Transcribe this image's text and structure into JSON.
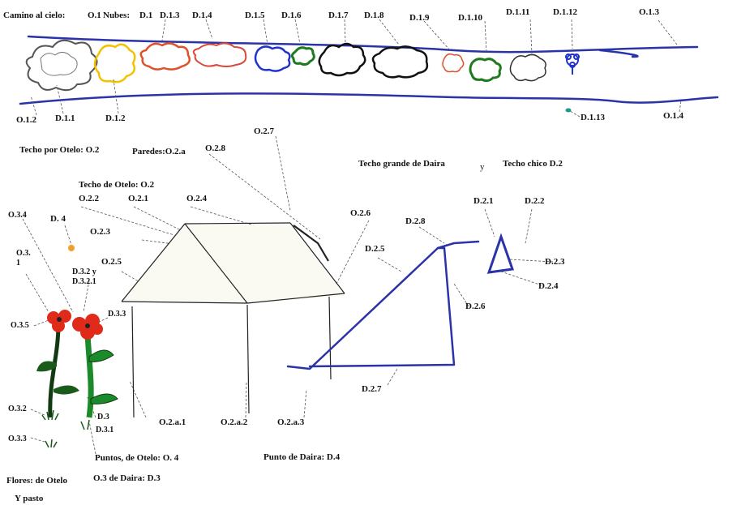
{
  "headings": {
    "camino": "Camino al cielo:",
    "camino_code": "O.1",
    "nubes": "Nubes:",
    "nubes_code": "D.1",
    "techo_otelo": "Techo por Otelo: O.2",
    "paredes": "Paredes:O.2.a",
    "techo_daira": "Techo grande de Daira",
    "y_connector": "y",
    "techo_chico": "Techo chico D.2",
    "techo_de_otelo": "Techo de Otelo: O.2",
    "puntos": "Puntos, de Otelo: O. 4",
    "punto_daira": "Punto de Daira: D.4",
    "flores": "Flores: de Otelo",
    "flores_otelo_code": "O.3 de Daira: D.3",
    "y_pasto": "Y pasto"
  },
  "labels": {
    "d13": "D.1.3",
    "d14": "D.1.4",
    "d15": "D.1.5",
    "d16": "D.1.6",
    "d17": "D.1.7",
    "d18": "D.1.8",
    "d19": "D.1.9",
    "d110": "D.1.10",
    "d111": "D.1.11",
    "d112": "D.1.12",
    "o13": "O.1.3",
    "o12": "O.1.2",
    "d11": "D.1.1",
    "d12": "D.1.2",
    "d113": "D.1.13",
    "o14": "O.1.4",
    "o27": "O.2.7",
    "o28": "O.2.8",
    "o22": "O.2.2",
    "o21": "O.2.1",
    "o24": "O.2.4",
    "o26": "O.2.6",
    "o23": "O.2.3",
    "o25": "O.2.5",
    "o2a1": "O.2.a.1",
    "o2a2": "O.2.a.2",
    "o2a3": "O.2.a.3",
    "d28": "D.2.8",
    "d25": "D.2.5",
    "d26": "D.2.6",
    "d27": "D.2.7",
    "d21": "D.2.1",
    "d22": "D.2.2",
    "d23": "D.2.3",
    "d24": "D.2.4",
    "o34": "O.3.4",
    "d4": "D. 4",
    "o31": "O.3.",
    "o31b": "1",
    "d32y": "D.3.2 y",
    "d321": "D.3.2.1",
    "d33": "D.3.3",
    "o35": "O.3.5",
    "o32": "O.3.2",
    "d3": "D.3",
    "d31": "D.3.1",
    "o33": "O.3.3"
  },
  "colors": {
    "ink": "#111111",
    "blue_path": "#2a33a8",
    "cloud_gray": "#555555",
    "cloud_yellow": "#f2c200",
    "cloud_orange": "#e0502a",
    "cloud_red": "#d94a3a",
    "cloud_blue": "#2233cc",
    "cloud_green": "#1d7a1d",
    "flower_red": "#e02a1a",
    "stem_green": "#1a8a2a",
    "dot_orange": "#f0a030",
    "dot_teal": "#1a9a8a"
  }
}
